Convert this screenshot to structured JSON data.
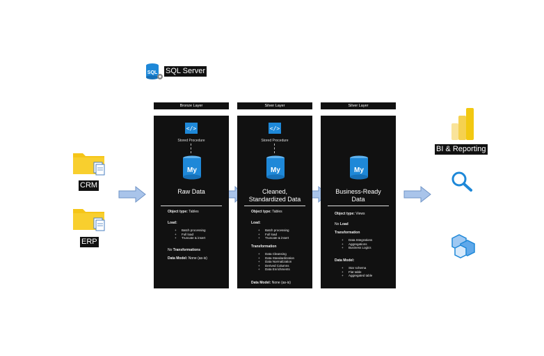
{
  "server": {
    "label": "SQL Server"
  },
  "sources": [
    {
      "label": "CRM"
    },
    {
      "label": "ERP"
    }
  ],
  "layers": [
    {
      "header": "Bronze Layer",
      "sp_label": "Stored Procedure",
      "db_glyph": "My",
      "title": "Raw Data",
      "object_type_key": "Object type:",
      "object_type_val": "Tables",
      "load_key": "Load:",
      "load_items": [
        "Batch processing",
        "Full load",
        "Truncate & insert"
      ],
      "transform_pre": "No",
      "transform_key": "Transformations",
      "model_key": "Data Model:",
      "model_val": "None (as-is)"
    },
    {
      "header": "Silver Layer",
      "sp_label": "Stored Procedure",
      "db_glyph": "My",
      "title_line1": "Cleaned,",
      "title_line2": "Standardized Data",
      "object_type_key": "Object type:",
      "object_type_val": "Tables",
      "load_key": "Load:",
      "load_items": [
        "Batch processing",
        "Full load",
        "Truncate & insert"
      ],
      "transform_key": "Transformation",
      "transform_items": [
        "Data Cleansing",
        "Data Standardization",
        "Data Normalization",
        "Derived Columns",
        "Data Enrichments"
      ],
      "model_key": "Data Model:",
      "model_val": "None (as-is)"
    },
    {
      "header": "Silver Layer",
      "db_glyph": "My",
      "title_line1": "Business-Ready",
      "title_line2": "Data",
      "object_type_key": "Object type:",
      "object_type_val": "Views",
      "load_pre": "No",
      "load_key": "Load",
      "transform_key": "Transformation",
      "transform_items": [
        "Data Integrations",
        "Aggregations",
        "Business Logics"
      ],
      "model_key": "Data Model:",
      "model_items": [
        "Star schema",
        "Flat table",
        "Aggregated table"
      ]
    }
  ],
  "consumers": {
    "bi_label": "BI & Reporting"
  },
  "colors": {
    "panel": "#111111",
    "folder": "#f5c518",
    "db_blue": "#1e88d8",
    "arrow_fill": "#a9c4ea",
    "arrow_stroke": "#6f93c6",
    "powerbi": "#f2c811",
    "search": "#1e88d8"
  },
  "icons": [
    "sql-server-icon",
    "folder-icon",
    "stored-procedure-icon",
    "database-icon",
    "power-bi-icon",
    "search-icon",
    "cube-icon"
  ]
}
